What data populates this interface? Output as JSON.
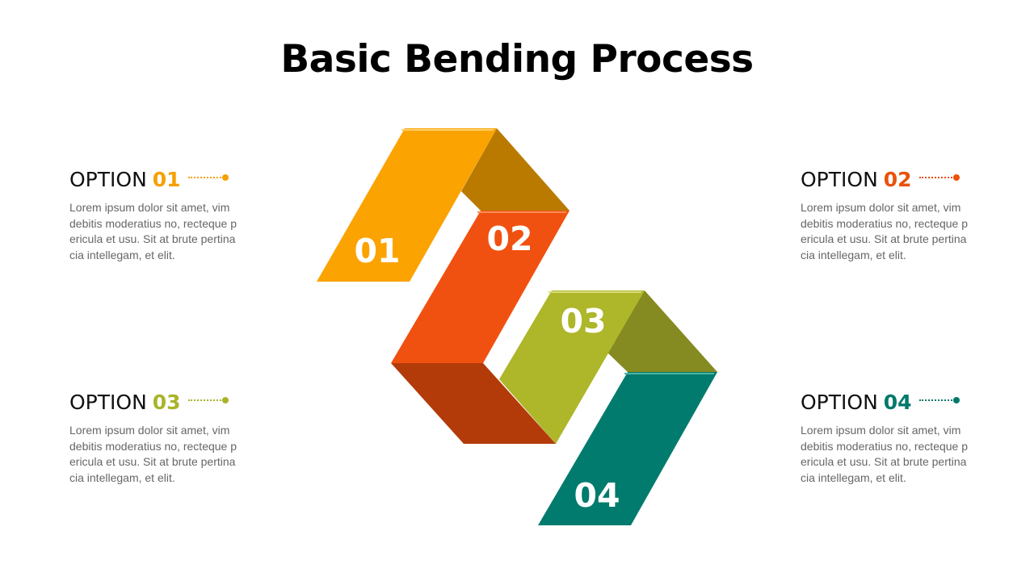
{
  "title": "Basic Bending Process",
  "colors": {
    "orange": "#FBA300",
    "red": "#F15110",
    "olive": "#AEB62A",
    "teal": "#017B6D"
  },
  "diagram": {
    "segments": [
      {
        "label": "01"
      },
      {
        "label": "02"
      },
      {
        "label": "03"
      },
      {
        "label": "04"
      }
    ]
  },
  "options": [
    {
      "prefix": "OPTION",
      "number": "01",
      "color": "#F5A000",
      "text": "Lorem ipsum dolor sit amet, vim debitis moderatius no, recteque pericula et usu. Sit at brute pertinacia intellegam, et elit."
    },
    {
      "prefix": "OPTION",
      "number": "02",
      "color": "#E9520C",
      "text": "Lorem ipsum dolor sit amet, vim debitis moderatius no, recteque pericula et usu. Sit at brute pertinacia intellegam, et elit."
    },
    {
      "prefix": "OPTION",
      "number": "03",
      "color": "#A9B42A",
      "text": "Lorem ipsum dolor sit amet, vim debitis moderatius no, recteque pericula et usu. Sit at brute pertinacia intellegam, et elit."
    },
    {
      "prefix": "OPTION",
      "number": "04",
      "color": "#00796B",
      "text": "Lorem ipsum dolor sit amet, vim debitis moderatius no, recteque pericula et usu. Sit at brute pertinacia intellegam, et elit."
    }
  ]
}
